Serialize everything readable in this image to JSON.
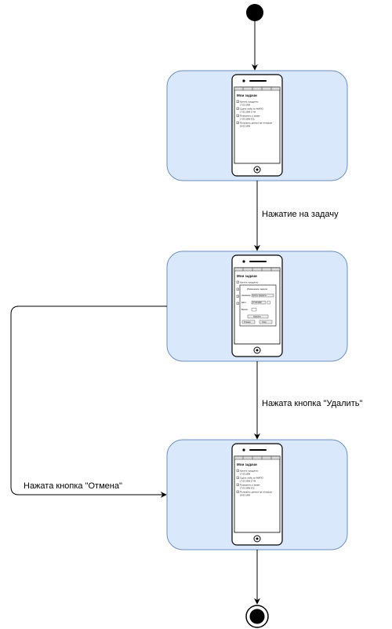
{
  "transitions": [
    {
      "label": "Нажатие на задачу"
    },
    {
      "label": "Нажата кнопка \"Удалить\""
    },
    {
      "label": "Нажата кнопка \"Отмена\""
    }
  ],
  "screens": [
    {
      "title": "Мои задачи",
      "items": [
        {
          "text": "Купить продукты",
          "sub": "17.03.1999"
        },
        {
          "text": "Сдать лабу по МАПО",
          "sub": "17.03.1999  17:44"
        },
        {
          "text": "Позвонить о маме",
          "sub": "17.03.1999  9:31"
        },
        {
          "text": "Положить деньги на телефон",
          "sub": "18.03.1999"
        }
      ]
    },
    {
      "title": "Мои задачи",
      "item_hint": "Купить продукты",
      "dialog": {
        "title": "Изменение задачи",
        "field1_label": "Название",
        "field1_value": "Купить продукты",
        "field2_label": "Дата",
        "field2_value": "17.03.1999",
        "field3_label": "Время",
        "delete_label": "Удалить",
        "cancel_label": "Отмена",
        "save_label": "Сохр."
      }
    },
    {
      "title": "Мои задачи",
      "items": [
        {
          "text": "Купить продукты",
          "sub": "17.03.1999"
        },
        {
          "text": "Сдать лабу по МАПО",
          "sub": "17.03.1999  17:44"
        },
        {
          "text": "Позвонить о маме",
          "sub": "17.03.1999  9:31"
        },
        {
          "text": "Положить деньги на телефон",
          "sub": "18.03.1999"
        }
      ]
    }
  ],
  "colors": {
    "state_fill": "#dae8fc",
    "state_stroke": "#6c8ebf",
    "line": "#000000"
  }
}
